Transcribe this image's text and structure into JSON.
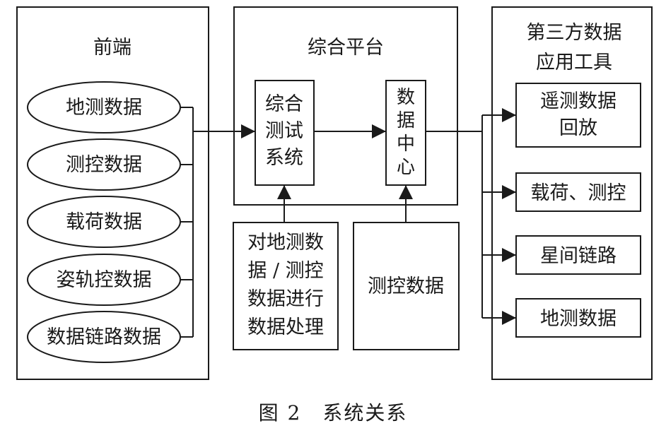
{
  "frontend": {
    "title": "前端",
    "items": [
      "地测数据",
      "测控数据",
      "载荷数据",
      "姿轨控数据",
      "数据链路数据"
    ]
  },
  "platform": {
    "title": "综合平台",
    "test_system": [
      "综合",
      "测试",
      "系统"
    ],
    "data_center": [
      "数",
      "据",
      "中",
      "心"
    ]
  },
  "processing_box": [
    "对地测数",
    "据 / 测控",
    "数据进行",
    "数据处理"
  ],
  "tt_box": "测控数据",
  "third_party": {
    "title": [
      "第三方数据",
      "应用工具"
    ],
    "outputs": [
      [
        "遥测数据",
        "回放"
      ],
      [
        "载荷、测控"
      ],
      [
        "星间链路"
      ],
      [
        "地测数据"
      ]
    ]
  },
  "caption": "图 2　系统关系"
}
